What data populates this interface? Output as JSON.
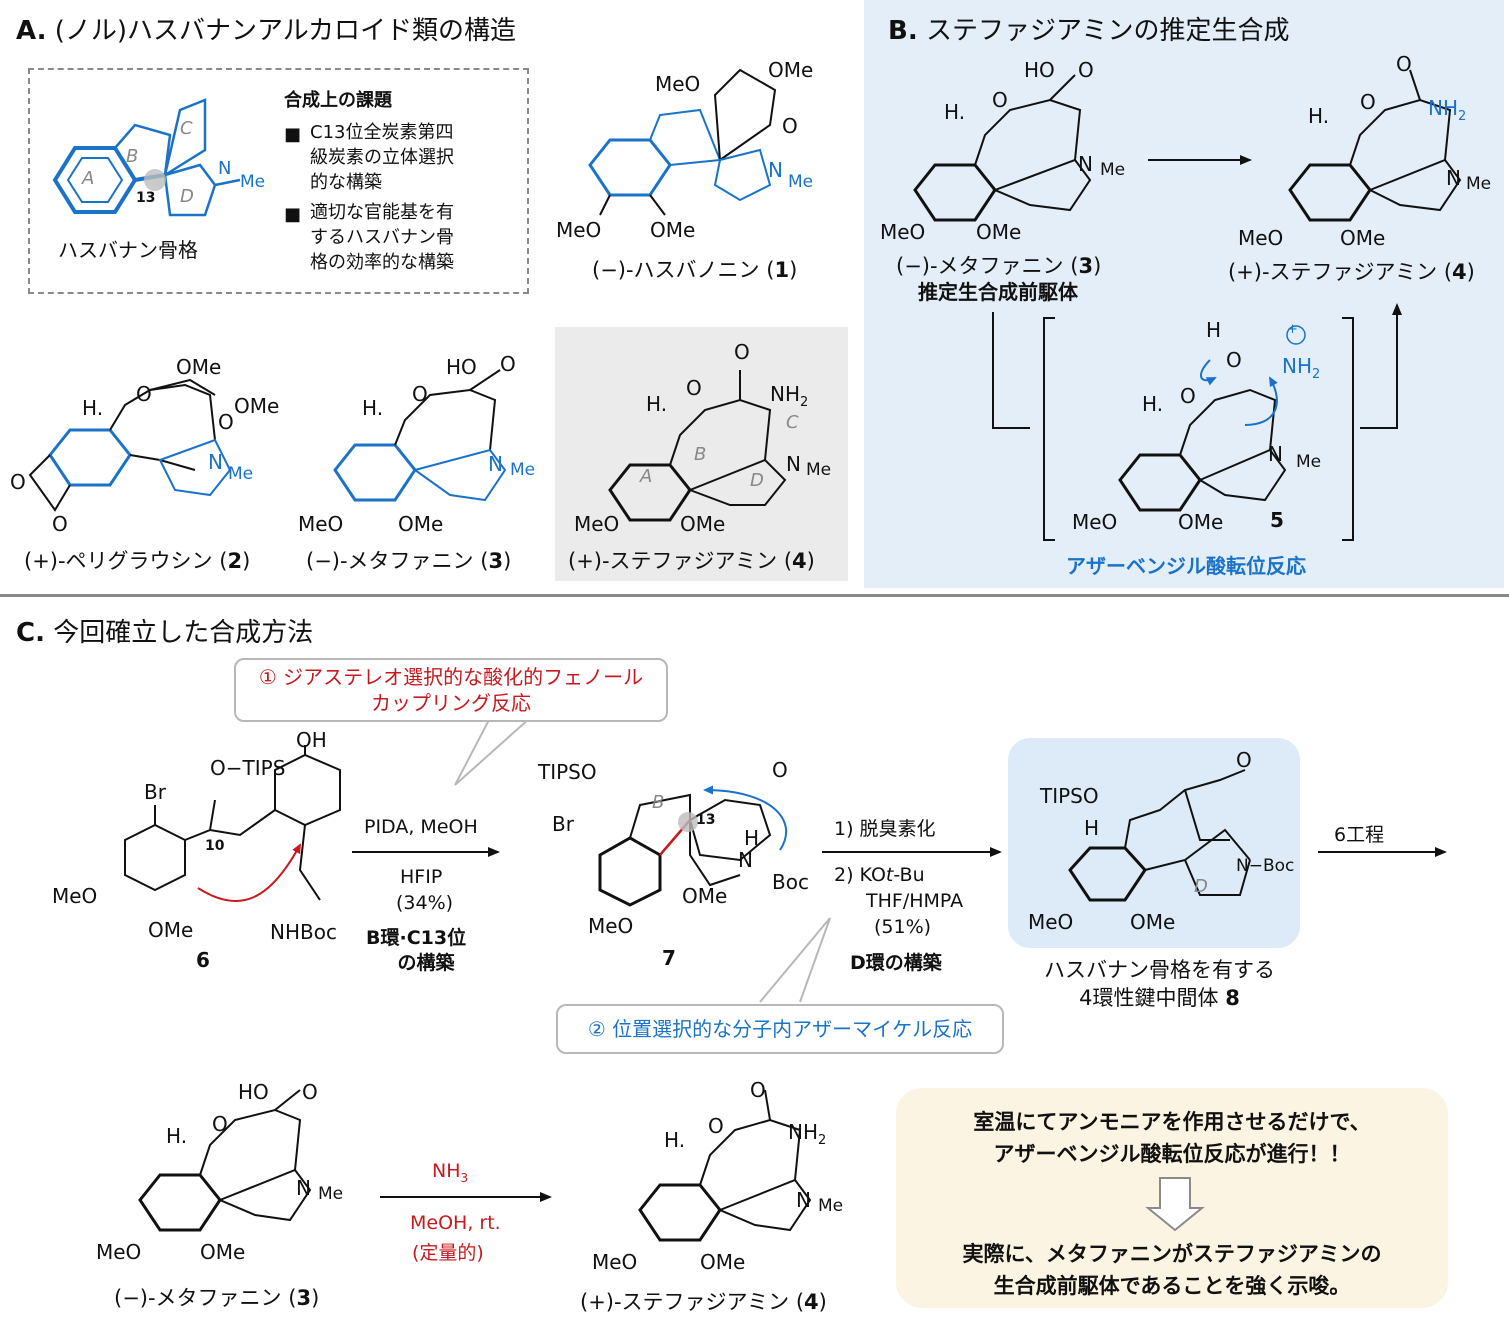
{
  "sectionA": {
    "title_bold": "A.",
    "title_rest": " (ノル)ハスバナンアルカロイド類の構造",
    "skeleton_label": "ハスバナン骨格",
    "ring_labels": [
      "A",
      "B",
      "C",
      "D"
    ],
    "c13": "13",
    "nme": "N",
    "me": "Me",
    "challenges_title": "合成上の課題",
    "challenge1": "C13位全炭素第四級炭素の立体選択的な構築",
    "challenge1_lines": [
      "C13位全炭素第四",
      "級炭素の立体選択",
      "的な構築"
    ],
    "challenge2_lines": [
      "適切な官能基を有",
      "するハスバナン骨",
      "格の効率的な構築"
    ],
    "bullet": "■",
    "cmpd1": {
      "name": "(−)-ハスバノニン (",
      "num": "1",
      "close": ")"
    },
    "cmpd2": {
      "name": "(+)-ペリグラウシン (",
      "num": "2",
      "close": ")"
    },
    "cmpd3": {
      "name": "(−)-メタファニン (",
      "num": "3",
      "close": ")"
    },
    "cmpd4": {
      "name": "(+)-ステファジアミン (",
      "num": "4",
      "close": ")"
    },
    "atoms": {
      "MeO": "MeO",
      "OMe": "OMe",
      "O": "O",
      "HO": "HO",
      "H": "H.",
      "NH2": "NH",
      "sub2": "2"
    }
  },
  "sectionB": {
    "title_bold": "B.",
    "title_rest": " ステファジアミンの推定生合成",
    "cmpd3": {
      "name": "(−)-メタファニン (",
      "num": "3",
      "close": ")"
    },
    "precursor": "推定生合成前駆体",
    "cmpd4": {
      "name": "(+)-ステファジアミン (",
      "num": "4",
      "close": ")"
    },
    "intermediate_num": "5",
    "rearrangement": "アザーベンジル酸転位反応",
    "plus": "+"
  },
  "sectionC": {
    "title_bold": "C.",
    "title_rest": " 今回確立した合成方法",
    "callout1": [
      "① ジアステレオ選択的な酸化的フェノール",
      "カップリング反応"
    ],
    "callout2": "② 位置選択的な分子内アザーマイケル反応",
    "cmpd6": "6",
    "cmpd7": "7",
    "c10": "10",
    "c13": "13",
    "step1_top": "PIDA, MeOH",
    "step1_mid": "HFIP",
    "step1_yield": "(34%)",
    "step1_note": [
      "B環·C13位",
      "の構築"
    ],
    "step2_a": "1) 脱臭素化",
    "step2_b1": "2) KO",
    "step2_b_it": "t",
    "step2_b2": "-Bu",
    "step2_c": "THF/HMPA",
    "step2_yield": "(51%)",
    "step2_note": "D環の構築",
    "step3": "6工程",
    "cmpd8_caption": [
      "ハスバナン骨格を有する",
      "4環性鍵中間体 "
    ],
    "cmpd8_num": "8",
    "reagents": {
      "tips": "TIPS",
      "tipso": "TIPSO",
      "br": "Br",
      "oh": "OH",
      "nhboc": "NHBoc",
      "boc": "Boc",
      "nboc": "N−Boc",
      "h": "H",
      "hdot": "H"
    },
    "final_reagent": "NH",
    "final_sub": "3",
    "final_cond": "MeOH, rt.",
    "final_yield": "(定量的)",
    "final_left": {
      "name": "(−)-メタファニン (",
      "num": "3",
      "close": ")"
    },
    "final_right": {
      "name": "(+)-ステファジアミン (",
      "num": "4",
      "close": ")"
    },
    "summary_1": "室温にてアンモニアを作用させるだけで、",
    "summary_2": "アザーベンジル酸転位反応が進行！！",
    "summary_3": "実際に、メタファニンがステファジアミンの",
    "summary_4": "生合成前駆体であることを強く示唆。"
  },
  "colors": {
    "blue": "#1a73c8",
    "red": "#c8191e",
    "panelB": "#e3eef8",
    "yellow": "#fbf4e2",
    "gray": "#ebebeb"
  }
}
